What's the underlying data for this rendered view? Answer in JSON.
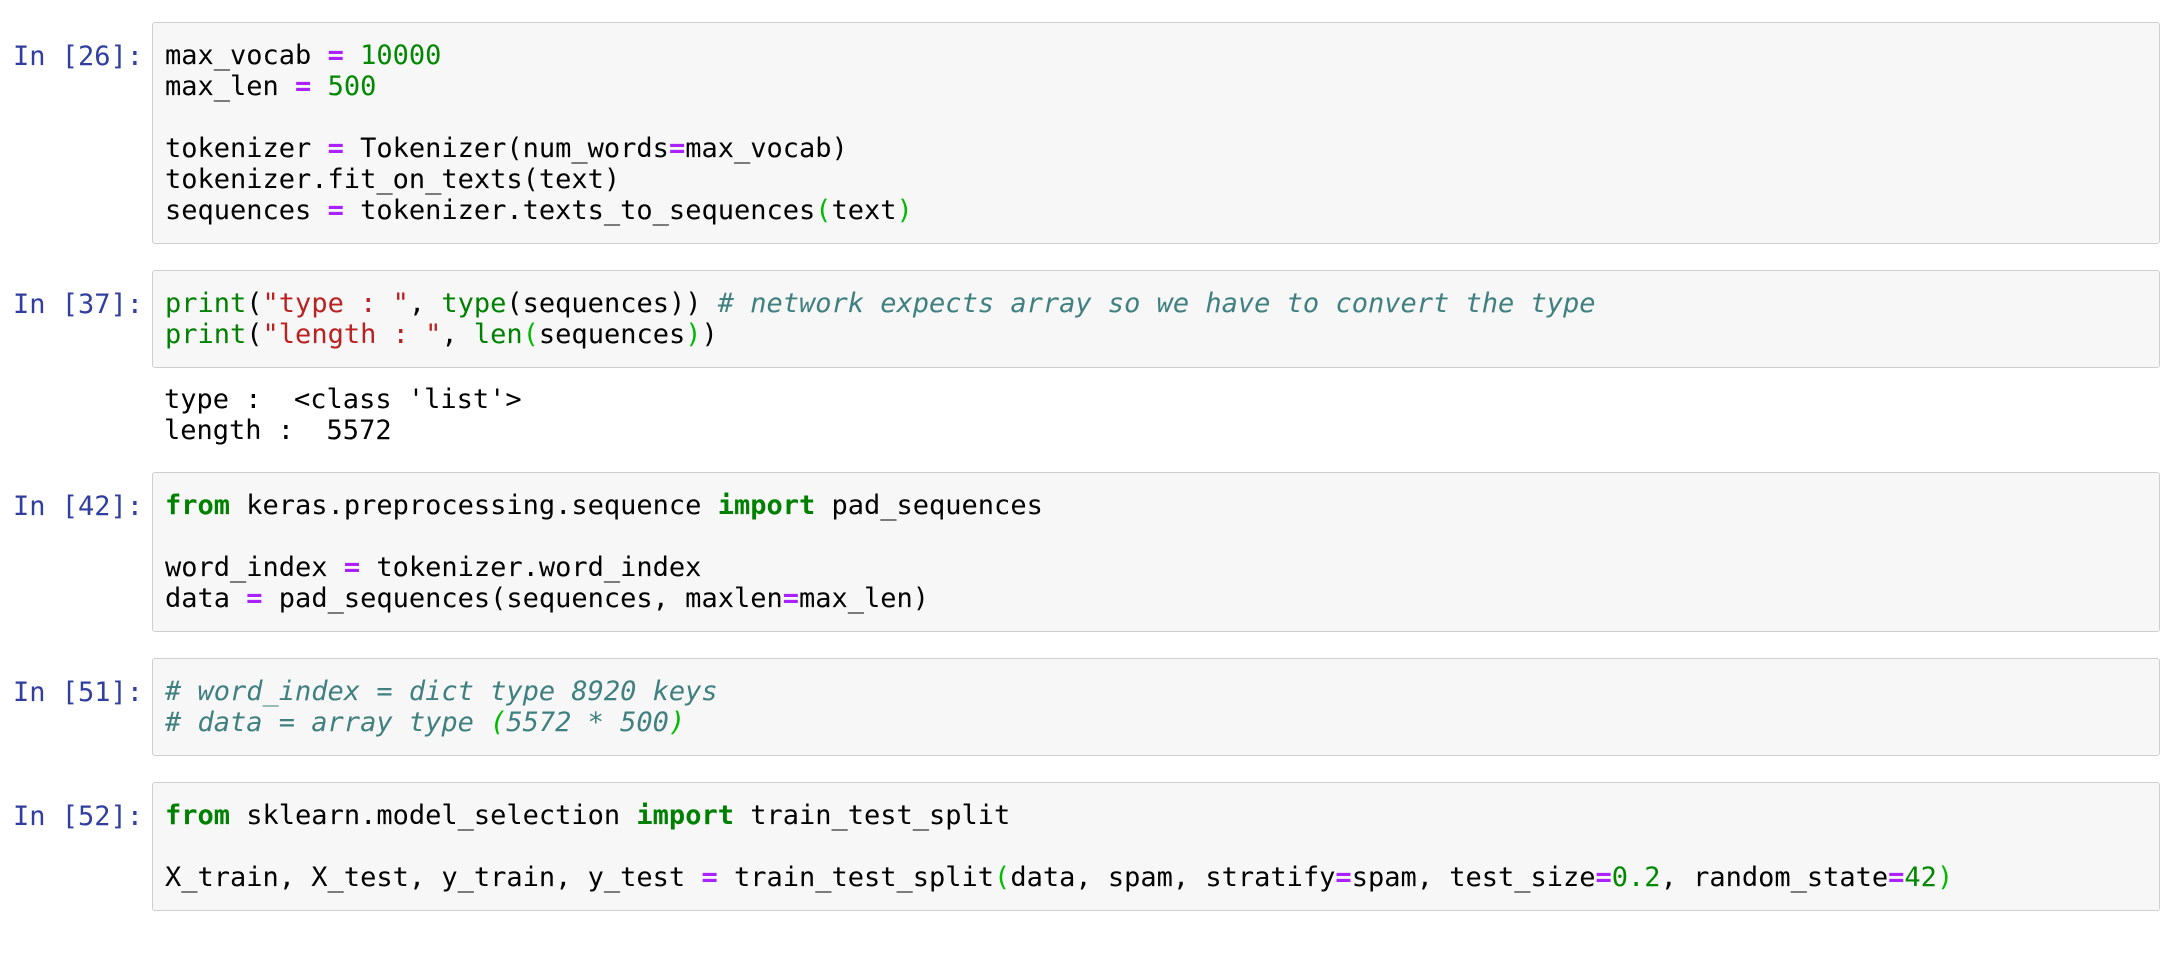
{
  "colors": {
    "prompt_in": "#303F9F",
    "keyword": "#008000",
    "builtin": "#008000",
    "operator": "#AA22FF",
    "number": "#008800",
    "string": "#BA2121",
    "comment": "#408080",
    "matching_bracket": "#00BB00",
    "cell_background": "#F7F7F7",
    "cell_border": "#CFCFCF",
    "code_text": "#000000"
  },
  "notebook": {
    "cells": [
      {
        "type": "code",
        "prompt": "In [26]:",
        "lines": [
          [
            {
              "t": "max_vocab ",
              "s": "p"
            },
            {
              "t": "=",
              "s": "op"
            },
            {
              "t": " ",
              "s": "p"
            },
            {
              "t": "10000",
              "s": "num"
            }
          ],
          [
            {
              "t": "max_len ",
              "s": "p"
            },
            {
              "t": "=",
              "s": "op"
            },
            {
              "t": " ",
              "s": "p"
            },
            {
              "t": "500",
              "s": "num"
            }
          ],
          [],
          [
            {
              "t": "tokenizer ",
              "s": "p"
            },
            {
              "t": "=",
              "s": "op"
            },
            {
              "t": " Tokenizer(num_words",
              "s": "p"
            },
            {
              "t": "=",
              "s": "op"
            },
            {
              "t": "max_vocab)",
              "s": "p"
            }
          ],
          [
            {
              "t": "tokenizer.fit_on_texts(text)",
              "s": "p"
            }
          ],
          [
            {
              "t": "sequences ",
              "s": "p"
            },
            {
              "t": "=",
              "s": "op"
            },
            {
              "t": " tokenizer.texts_to_sequences",
              "s": "p"
            },
            {
              "t": "(",
              "s": "mb"
            },
            {
              "t": "text",
              "s": "p"
            },
            {
              "t": ")",
              "s": "mb"
            }
          ]
        ],
        "output_lines": []
      },
      {
        "type": "code",
        "prompt": "In [37]:",
        "lines": [
          [
            {
              "t": "print",
              "s": "bi"
            },
            {
              "t": "(",
              "s": "p"
            },
            {
              "t": "\"type : \"",
              "s": "str"
            },
            {
              "t": ", ",
              "s": "p"
            },
            {
              "t": "type",
              "s": "bi"
            },
            {
              "t": "(sequences)) ",
              "s": "p"
            },
            {
              "t": "# network expects array so we have to convert the type",
              "s": "com"
            }
          ],
          [
            {
              "t": "print",
              "s": "bi"
            },
            {
              "t": "(",
              "s": "p"
            },
            {
              "t": "\"length : \"",
              "s": "str"
            },
            {
              "t": ", ",
              "s": "p"
            },
            {
              "t": "len",
              "s": "bi"
            },
            {
              "t": "(",
              "s": "mb"
            },
            {
              "t": "sequences",
              "s": "p"
            },
            {
              "t": ")",
              "s": "mb"
            },
            {
              "t": ")",
              "s": "p"
            }
          ]
        ],
        "output_lines": [
          "type :  <class 'list'>",
          "length :  5572"
        ]
      },
      {
        "type": "code",
        "prompt": "In [42]:",
        "lines": [
          [
            {
              "t": "from",
              "s": "kw"
            },
            {
              "t": " keras.preprocessing.sequence ",
              "s": "p"
            },
            {
              "t": "import",
              "s": "kw"
            },
            {
              "t": " pad_sequences",
              "s": "p"
            }
          ],
          [],
          [
            {
              "t": "word_index ",
              "s": "p"
            },
            {
              "t": "=",
              "s": "op"
            },
            {
              "t": " tokenizer.word_index",
              "s": "p"
            }
          ],
          [
            {
              "t": "data ",
              "s": "p"
            },
            {
              "t": "=",
              "s": "op"
            },
            {
              "t": " pad_sequences(sequences, maxlen",
              "s": "p"
            },
            {
              "t": "=",
              "s": "op"
            },
            {
              "t": "max_len)",
              "s": "p"
            }
          ]
        ],
        "output_lines": []
      },
      {
        "type": "code",
        "prompt": "In [51]:",
        "lines": [
          [
            {
              "t": "# word_index = dict type 8920 keys",
              "s": "com"
            }
          ],
          [
            {
              "t": "# data = array type ",
              "s": "com"
            },
            {
              "t": "(",
              "s": "mbc"
            },
            {
              "t": "5572 * 500",
              "s": "com"
            },
            {
              "t": ")",
              "s": "mbc"
            }
          ]
        ],
        "output_lines": []
      },
      {
        "type": "code",
        "prompt": "In [52]:",
        "lines": [
          [
            {
              "t": "from",
              "s": "kw"
            },
            {
              "t": " sklearn.model_selection ",
              "s": "p"
            },
            {
              "t": "import",
              "s": "kw"
            },
            {
              "t": " train_test_split",
              "s": "p"
            }
          ],
          [],
          [
            {
              "t": "X_train, X_test, y_train, y_test ",
              "s": "p"
            },
            {
              "t": "=",
              "s": "op"
            },
            {
              "t": " train_test_split",
              "s": "p"
            },
            {
              "t": "(",
              "s": "mb"
            },
            {
              "t": "data, spam, stratify",
              "s": "p"
            },
            {
              "t": "=",
              "s": "op"
            },
            {
              "t": "spam, test_size",
              "s": "p"
            },
            {
              "t": "=",
              "s": "op"
            },
            {
              "t": "0.2",
              "s": "num"
            },
            {
              "t": ", random_state",
              "s": "p"
            },
            {
              "t": "=",
              "s": "op"
            },
            {
              "t": "42",
              "s": "num"
            },
            {
              "t": ")",
              "s": "mb"
            }
          ]
        ],
        "output_lines": []
      }
    ]
  }
}
